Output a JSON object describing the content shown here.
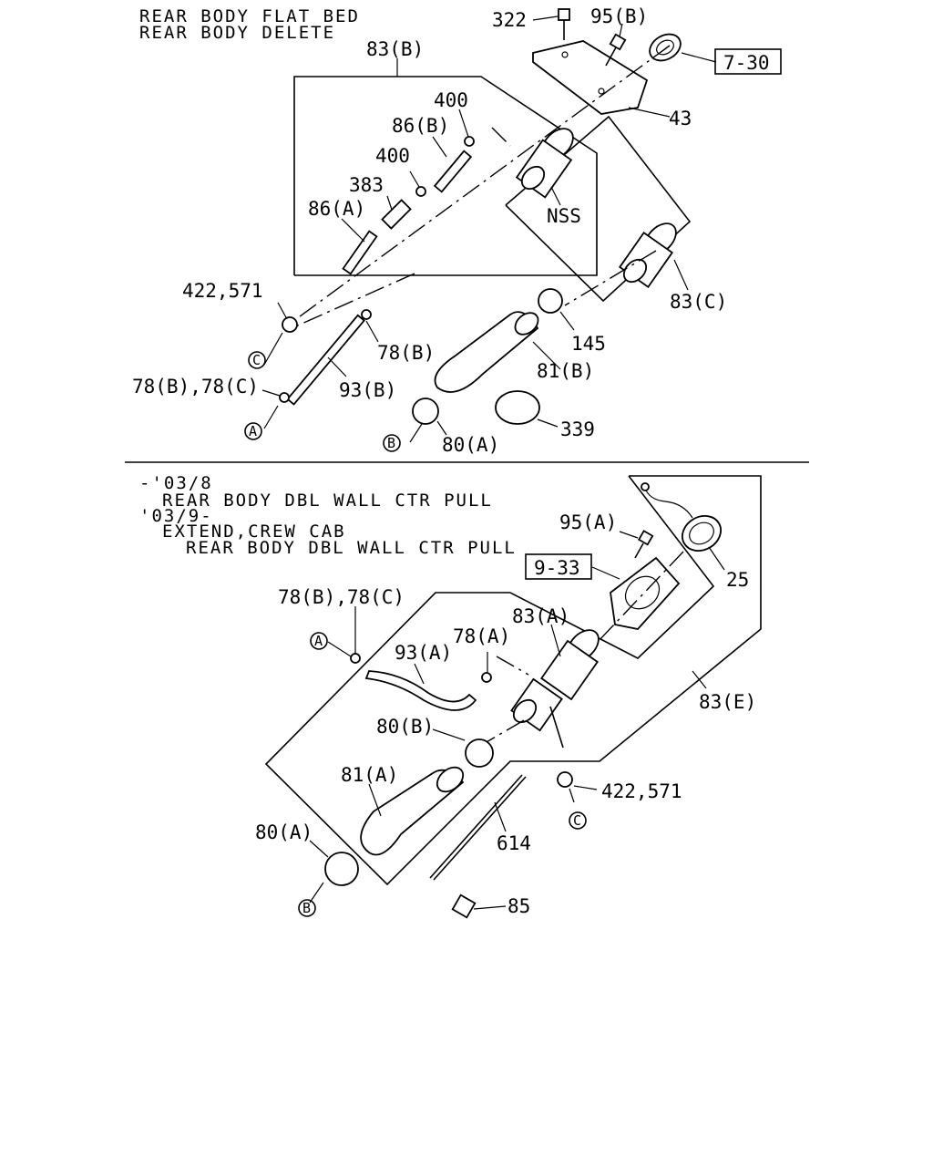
{
  "top_section": {
    "header_lines": [
      "REAR BODY FLAT BED",
      "REAR BODY DELETE"
    ],
    "labels": {
      "p322": "322",
      "p95b": "95(B)",
      "ref730": "7-30",
      "p83b": "83(B)",
      "p400a": "400",
      "p86b": "86(B)",
      "p400b": "400",
      "p43": "43",
      "p383": "383",
      "p86a": "86(A)",
      "nss": "NSS",
      "p422": "422,571",
      "p83c": "83(C)",
      "p78b": "78(B)",
      "p145": "145",
      "p81b": "81(B)",
      "p78bc": "78(B),78(C)",
      "p93b": "93(B)",
      "p339": "339",
      "p80a": "80(A)",
      "circA": "A",
      "circB": "B",
      "circC": "C"
    }
  },
  "bottom_section": {
    "header_lines": [
      "-'03/8",
      "REAR BODY DBL WALL CTR PULL",
      "'03/9-",
      "EXTEND,CREW CAB",
      "REAR BODY DBL WALL CTR PULL"
    ],
    "labels": {
      "p95a": "95(A)",
      "ref933": "9-33",
      "p25": "25",
      "p78bc": "78(B),78(C)",
      "p83a": "83(A)",
      "p78a": "78(A)",
      "p93a": "93(A)",
      "p83e": "83(E)",
      "p80b": "80(B)",
      "p81a": "81(A)",
      "p422": "422,571",
      "p614": "614",
      "p80a": "80(A)",
      "p85": "85",
      "circA": "A",
      "circB": "B",
      "circC": "C"
    }
  }
}
